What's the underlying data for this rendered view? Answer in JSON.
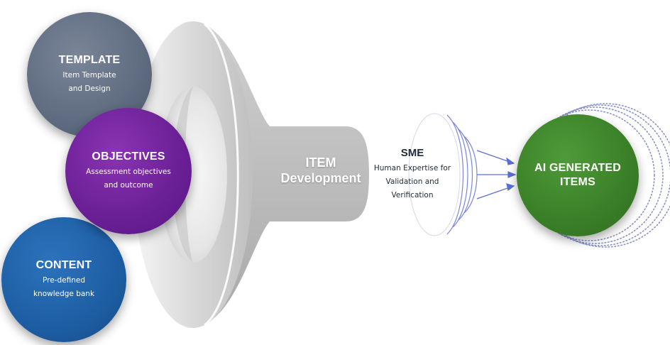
{
  "inputs": [
    {
      "title": "TEMPLATE",
      "lines": [
        "Item Template",
        "and Design"
      ],
      "color": "#5f6b80"
    },
    {
      "title": "OBJECTIVES",
      "lines": [
        "Assessment objectives",
        "and outcome"
      ],
      "color": "#6a1f95"
    },
    {
      "title": "CONTENT",
      "lines": [
        "Pre-defined",
        "knowledge bank"
      ],
      "color": "#1d5ea3"
    }
  ],
  "funnel": {
    "line1": "ITEM",
    "line2": "Development"
  },
  "sme": {
    "title": "SME",
    "lines": [
      "Human Expertise for",
      "Validation and",
      "Verification"
    ]
  },
  "output": {
    "line1": "AI GENERATED",
    "line2": "ITEMS",
    "color": "#3a7f27"
  },
  "colors": {
    "arrow": "#5b6fd6",
    "funnel_light": "#f2f2f2",
    "funnel_dark": "#bdbdbd",
    "rings": "#8a93c8"
  }
}
